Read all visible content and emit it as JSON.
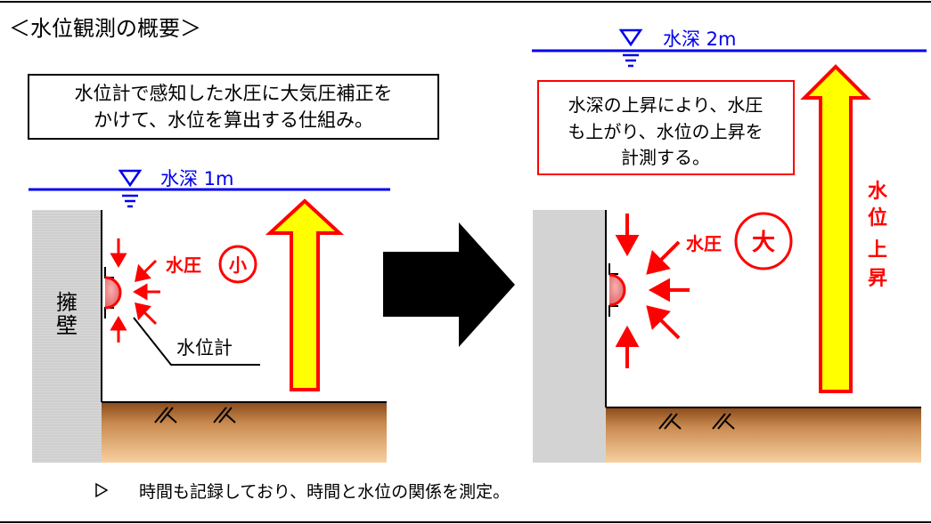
{
  "title": "＜水位観測の概要＞",
  "left": {
    "explanation": [
      "水位計で感知した水圧に大気圧補正を",
      "かけて、水位を算出する仕組み。"
    ],
    "water_depth": "水深 1m",
    "wall": [
      "擁",
      "壁"
    ],
    "pressure_label": "水圧",
    "pressure_size": "小",
    "gauge_label": "水位計"
  },
  "right": {
    "explanation": [
      "水深の上昇により、水圧",
      "も上がり、水位の上昇を",
      "計測する。"
    ],
    "water_depth": "水深 2m",
    "pressure_label": "水圧",
    "pressure_size": "大",
    "rise": [
      "水",
      "位",
      "上",
      "昇"
    ]
  },
  "note": "時間も記録しており、時間と水位の関係を測定。",
  "colors": {
    "water": "#0000ee",
    "red": "#ff0000",
    "yellow": "#ffff00",
    "soil_top": "#8a4a1a",
    "soil_bottom": "#f6c890",
    "wall": "#cfcfcf",
    "gauge": "#f08080"
  }
}
